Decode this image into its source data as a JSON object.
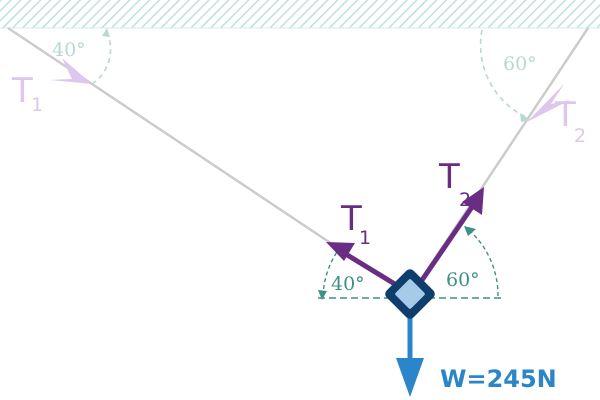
{
  "colors": {
    "ceiling_hatch": "#bfe0df",
    "rope": "#cccccc",
    "tension_faded": "#ddc7ec",
    "tension": "#6a2d84",
    "angle_faded": "#b8d8d4",
    "angle": "#3e8f85",
    "weight": "#2b86c9",
    "block_outer": "#0f3d6e",
    "block_inner": "#a6cbe8"
  },
  "labels": {
    "tension_1_letter": "T",
    "tension_1_subscript": "1",
    "tension_2_letter": "T",
    "tension_2_subscript": "2",
    "angle_1": "40°",
    "angle_2": "60°",
    "weight": "W=245N"
  },
  "icons": {
    "block": "diamond-block-icon"
  }
}
